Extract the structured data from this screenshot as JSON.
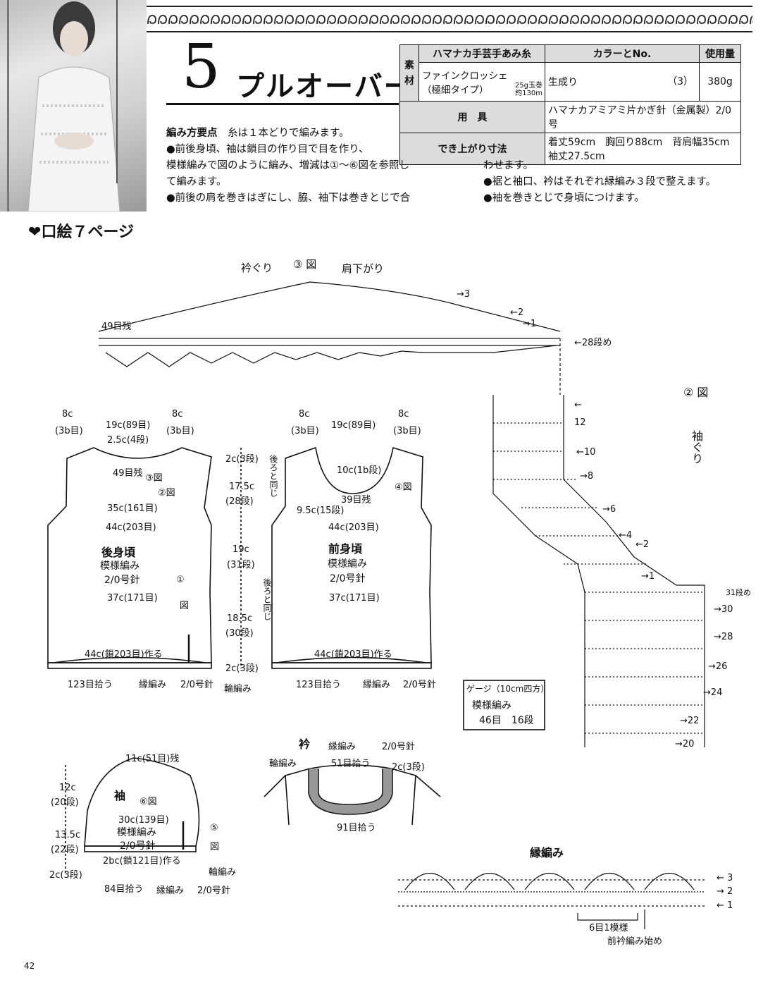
{
  "header": {
    "pattern_number": "5",
    "title": "プルオーバー"
  },
  "materials": {
    "label_material": "素材",
    "col_yarn": "ハマナカ手芸手あみ糸",
    "col_color": "カラーとNo.",
    "col_amount": "使用量",
    "yarn_name": "ファインクロッシェ",
    "yarn_type": "（極細タイプ）",
    "yarn_weight": "25g玉巻",
    "yarn_length": "約130m",
    "color_name": "生成り",
    "color_no": "（3）",
    "amount": "380g",
    "tools_label": "用　具",
    "tools_value": "ハマナカアミアミ片かぎ針（金属製）2/0号",
    "size_label": "でき上がり寸法",
    "size_value": "着丈59cm　胸回り88cm　背肩幅35cm　袖丈27.5cm"
  },
  "instructions": {
    "heading": "編み方要点",
    "line1": "糸は１本どりで編みます。",
    "line2": "●前後身頃、袖は鎖目の作り目で目を作り、",
    "line3": "模様編みで図のように編み、増減は①～⑥図を参照し",
    "line4": "て編みます。",
    "line5": "●前後の肩を巻きはぎにし、脇、袖下は巻きとじで合",
    "line6": "わせます。",
    "line7": "●裾と袖口、衿はそれぞれ縁編み３段で整えます。",
    "line8": "●袖を巻きとじで身頃につけます。"
  },
  "page_ref": "口絵７ページ",
  "page_number": "42",
  "fig3": {
    "title": "③ 図",
    "neck": "衿ぐり",
    "shoulder": "肩下がり",
    "remain": "49目残",
    "r3": "→3",
    "r2": "←2",
    "r1": "→1",
    "r28": "←28段め"
  },
  "fig2": {
    "title": "② 図",
    "sub": "袖ぐり",
    "r12": "12",
    "r10": "←10",
    "r8": "→8",
    "r6": "→6",
    "r4": "←4",
    "r2": "←2",
    "r1": "→1",
    "r31": "31段め",
    "r30": "→30",
    "r28": "→28",
    "r26": "→26",
    "r24": "→24",
    "r22": "→22",
    "r20": "→20"
  },
  "back": {
    "w1": "8c",
    "w1s": "(3b目)",
    "w2": "19c(89目)",
    "w3": "8c",
    "w3s": "(3b目)",
    "neck_h": "2.5c(4段)",
    "remain": "49目残",
    "fig3": "③図",
    "fig2": "②図",
    "w35": "35c(161目)",
    "w44": "44c(203目)",
    "name": "後身頃",
    "pattern": "模様編み",
    "hook": "2/0号針",
    "w37": "37c(171目)",
    "fig1": "①",
    "fig1b": "図",
    "chain": "44c(鎖203目)作る",
    "pick": "123目拾う",
    "edge": "縁編み",
    "hook2": "2/0号針",
    "ring": "輪編み"
  },
  "heights": {
    "h1": "2c(3段)",
    "h2": "17.5c",
    "h2s": "(28段)",
    "h3": "19c",
    "h3s": "(31段)",
    "h4": "18.5c",
    "h4s": "(30段)",
    "h5": "2c(3段)"
  },
  "front": {
    "w1": "8c",
    "w1s": "(3b目)",
    "w2": "19c(89目)",
    "w3": "8c",
    "w3s": "(3b目)",
    "side_same": "後ろと同じ",
    "neck_w": "10c(1b段)",
    "remain": "39目残",
    "fig4": "④図",
    "neck_d": "9.5c(15段)",
    "w44": "44c(203目)",
    "name": "前身頃",
    "pattern": "模様編み",
    "hook": "2/0号針",
    "w37": "37c(171目)",
    "side_same2": "後ろと同じ",
    "chain": "44c(鎖203目)作る",
    "pick": "123目拾う",
    "edge": "縁編み",
    "hook2": "2/0号針"
  },
  "gauge": {
    "title": "ゲージ（10cm四方）",
    "pattern": "模様編み",
    "value": "46目　16段"
  },
  "sleeve": {
    "top": "11c(51目)残",
    "name": "袖",
    "fig6": "⑥図",
    "h1": "12c",
    "h1s": "(20段)",
    "h2": "13.5c",
    "h2s": "(22段)",
    "h3": "2c(3段)",
    "w30": "30c(139目)",
    "pattern": "模様編み",
    "hook": "2/0号針",
    "chain": "2bc(鎖121目)作る",
    "fig5": "⑤",
    "fig5b": "図",
    "ring": "輪編み",
    "pick": "84目拾う",
    "edge": "縁編み",
    "hook2": "2/0号針"
  },
  "collar": {
    "name": "衿",
    "edge": "縁編み",
    "hook": "2/0号針",
    "ring": "輪編み",
    "pick": "51目拾う",
    "height": "2c(3段)",
    "pick2": "91目拾う"
  },
  "edging": {
    "title": "縁編み",
    "r3": "← 3",
    "r2": "→ 2",
    "r1": "← 1",
    "repeat": "6目1模様",
    "start": "前衿編み始め"
  }
}
